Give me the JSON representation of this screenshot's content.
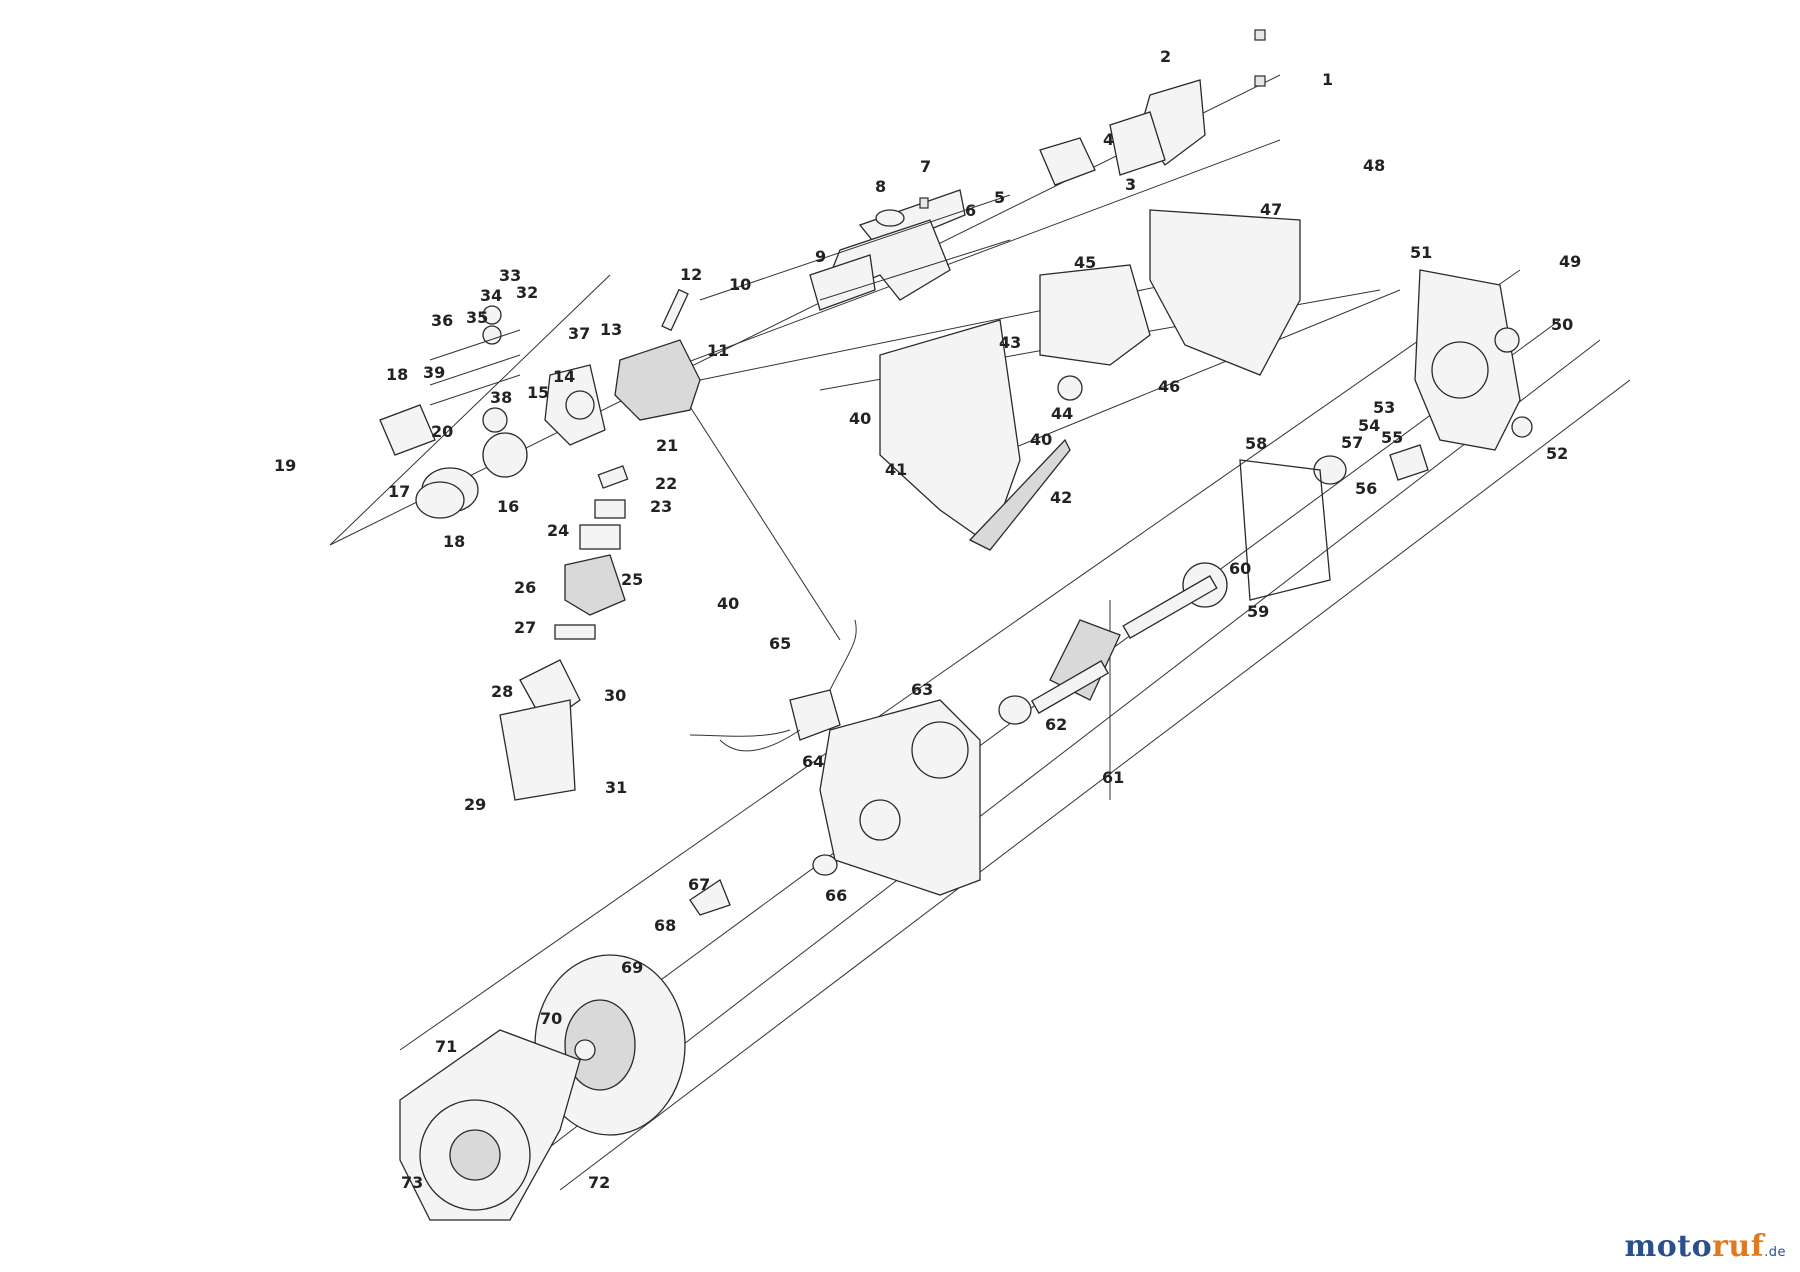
{
  "diagram": {
    "callouts": [
      "1",
      "2",
      "3",
      "4",
      "5",
      "6",
      "7",
      "8",
      "9",
      "10",
      "11",
      "12",
      "13",
      "14",
      "15",
      "16",
      "17",
      "18",
      "19",
      "20",
      "21",
      "22",
      "23",
      "24",
      "25",
      "26",
      "27",
      "28",
      "29",
      "30",
      "31",
      "32",
      "33",
      "34",
      "35",
      "36",
      "37",
      "38",
      "39",
      "40",
      "41",
      "42",
      "43",
      "44",
      "45",
      "46",
      "47",
      "48",
      "49",
      "50",
      "51",
      "52",
      "53",
      "54",
      "55",
      "56",
      "57",
      "58",
      "59",
      "60",
      "61",
      "62",
      "63",
      "64",
      "65",
      "66",
      "67",
      "68",
      "69",
      "70",
      "71",
      "72",
      "73"
    ],
    "extra_callouts": {
      "part_18_second": "18",
      "part_40_second": "40",
      "part_40_third": "40"
    }
  },
  "watermark": {
    "part1": "moto",
    "part2": "ruf",
    "part3": ".de"
  }
}
